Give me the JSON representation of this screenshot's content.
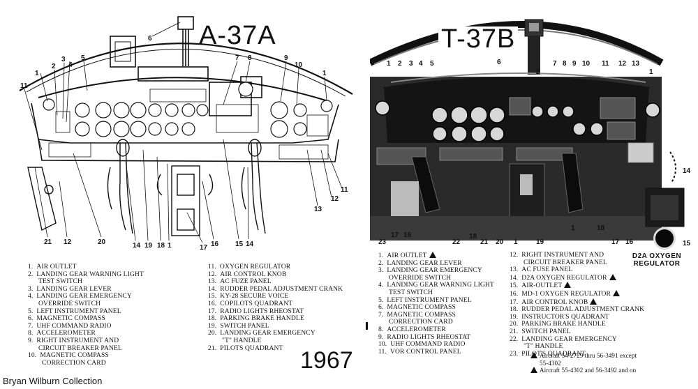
{
  "left": {
    "title": "A-37A",
    "legend_col1": [
      "1.  AIR OUTLET",
      "2.  LANDING GEAR WARNING LIGHT",
      "      TEST SWITCH",
      "3.  LANDING GEAR LEVER",
      "4.  LANDING GEAR EMERGENCY",
      "      OVERRIDE SWITCH",
      "5.  LEFT INSTRUMENT PANEL",
      "6.  MAGNETIC COMPASS",
      "7.  UHF COMMAND RADIO",
      "8.  ACCELEROMETER",
      "9.  RIGHT INSTRUMENT AND",
      "      CIRCUIT BREAKER PANEL",
      "10.  MAGNETIC COMPASS",
      "        CORRECTION CARD"
    ],
    "legend_col2": [
      "11.  OXYGEN REGULATOR",
      "12.  AIR CONTROL KNOB",
      "13.  AC FUZE PANEL",
      "14.  RUDDER PEDAL ADJUSTMENT CRANK",
      "15.  KY-28 SECURE VOICE",
      "16.  COPILOTS QUADRANT",
      "17.  RADIO LIGHTS RHEOSTAT",
      "18.  PARKING BRAKE HANDLE",
      "19.  SWITCH PANEL",
      "20.  LANDING GEAR EMERGENCY",
      "        \"T\" HANDLE",
      "21.  PILOTS QUADRANT"
    ],
    "callouts": [
      "11",
      "1",
      "2",
      "3",
      "4",
      "5",
      "6",
      "7",
      "8",
      "9",
      "10",
      "1",
      "11",
      "12",
      "13",
      "21",
      "12",
      "20",
      "14",
      "19",
      "18",
      "1",
      "17",
      "16",
      "15",
      "14"
    ]
  },
  "right": {
    "title": "T-37B",
    "legend_col1": [
      {
        "t": "1.  AIR OUTLET",
        "m": true
      },
      {
        "t": "2.  LANDING GEAR LEVER",
        "m": false
      },
      {
        "t": "3.  LANDING GEAR EMERGENCY",
        "m": false
      },
      {
        "t": "      OVERRIDE SWITCH",
        "m": false
      },
      {
        "t": "4.  LANDING GEAR WARNING LIGHT",
        "m": false
      },
      {
        "t": "      TEST SWITCH",
        "m": false
      },
      {
        "t": "5.  LEFT INSTRUMENT PANEL",
        "m": false
      },
      {
        "t": "6.  MAGNETIC COMPASS",
        "m": false
      },
      {
        "t": "7.  MAGNETIC COMPASS",
        "m": false
      },
      {
        "t": "      CORRECTION CARD",
        "m": false
      },
      {
        "t": "8.  ACCELEROMETER",
        "m": false
      },
      {
        "t": "9.  RADIO LIGHTS RHEOSTAT",
        "m": false
      },
      {
        "t": "10.  UHF COMMAND RADIO",
        "m": false
      },
      {
        "t": "11.  VOR CONTROL PANEL",
        "m": false
      }
    ],
    "legend_col2": [
      {
        "t": "12.  RIGHT INSTRUMENT AND",
        "m": false
      },
      {
        "t": "        CIRCUIT BREAKER PANEL",
        "m": false
      },
      {
        "t": "13.  AC FUSE PANEL",
        "m": false
      },
      {
        "t": "14.  D2A OXYGEN REGULATOR",
        "m": true
      },
      {
        "t": "15.  AIR-OUTLET",
        "m": true
      },
      {
        "t": "16.  MD-1 OXYGEN REGULATOR",
        "m": true
      },
      {
        "t": "17.  AIR CONTROL KNOB",
        "m": true
      },
      {
        "t": "18.  RUDDER PEDAL ADJUSTMENT CRANK",
        "m": false
      },
      {
        "t": "19.  INSTRUCTOR'S QUADRANT",
        "m": false
      },
      {
        "t": "20.  PARKING BRAKE HANDLE",
        "m": false
      },
      {
        "t": "21.  SWITCH PANEL",
        "m": false
      },
      {
        "t": "22.  LANDING GEAR EMERGENCY",
        "m": false
      },
      {
        "t": "        \"T\" HANDLE",
        "m": false
      },
      {
        "t": "23.  PILOT'S QUADRANT",
        "m": false
      }
    ],
    "notes": [
      "Aircraft 54-2729 thru 56-3491 except",
      "55-4302",
      "Aircraft 55-4302 and 56-3492 and on"
    ],
    "regulator_label_1": "D2A OXYGEN",
    "regulator_label_2": "REGULATOR",
    "callouts": [
      "6",
      "1",
      "2",
      "3",
      "4",
      "5",
      "2",
      "7",
      "8",
      "9",
      "10",
      "11",
      "12",
      "13",
      "1",
      "14",
      "15",
      "23",
      "17",
      "16",
      "22",
      "18",
      "21",
      "20",
      "1",
      "19",
      "1",
      "18",
      "17",
      "16"
    ]
  },
  "year": "1967",
  "credit": "Bryan Wilburn Collection"
}
